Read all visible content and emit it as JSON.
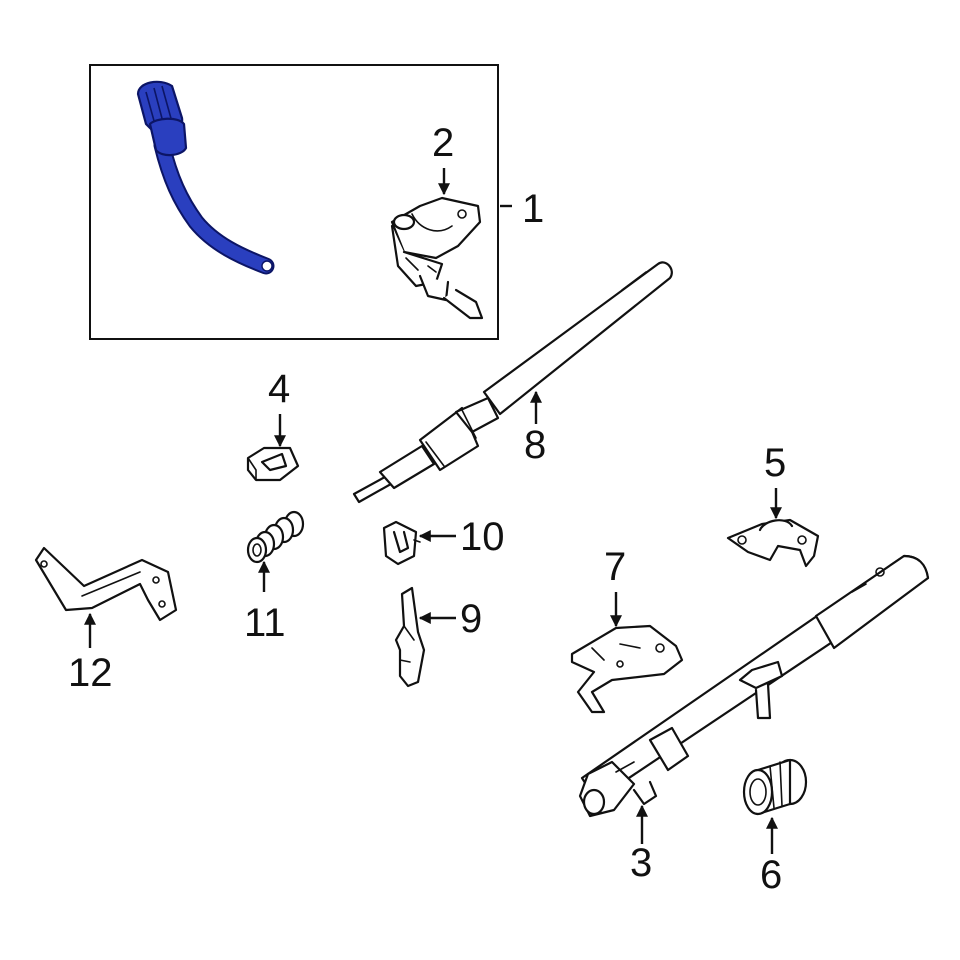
{
  "diagram": {
    "callouts": [
      {
        "id": "1",
        "label": "1"
      },
      {
        "id": "2",
        "label": "2"
      },
      {
        "id": "3",
        "label": "3"
      },
      {
        "id": "4",
        "label": "4"
      },
      {
        "id": "5",
        "label": "5"
      },
      {
        "id": "6",
        "label": "6"
      },
      {
        "id": "7",
        "label": "7"
      },
      {
        "id": "8",
        "label": "8"
      },
      {
        "id": "9",
        "label": "9"
      },
      {
        "id": "10",
        "label": "10"
      },
      {
        "id": "11",
        "label": "11"
      },
      {
        "id": "12",
        "label": "12"
      }
    ],
    "colors": {
      "highlight": "#2a3fbf",
      "highlight_outline": "#0c1566",
      "line": "#111111",
      "background": "#ffffff"
    }
  }
}
